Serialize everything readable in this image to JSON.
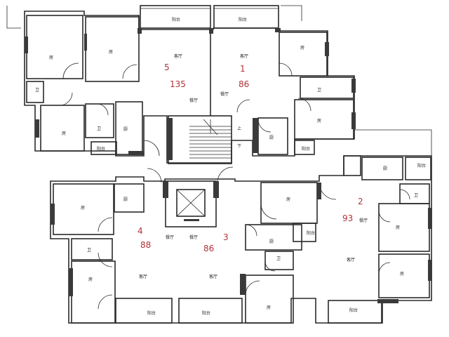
{
  "units": [
    {
      "id": "1",
      "area": "86"
    },
    {
      "id": "2",
      "area": "93"
    },
    {
      "id": "3",
      "area": "86"
    },
    {
      "id": "4",
      "area": "88"
    },
    {
      "id": "5",
      "area": "135"
    }
  ],
  "labels": {
    "bedroom": "房",
    "bathroom": "卫",
    "kitchen": "厨",
    "balcony": "阳台",
    "living": "客厅",
    "dining": "餐厅",
    "up": "上",
    "down": "下"
  },
  "colors": {
    "wall": "#2a2a2a",
    "unit_number": "#b0323a"
  }
}
